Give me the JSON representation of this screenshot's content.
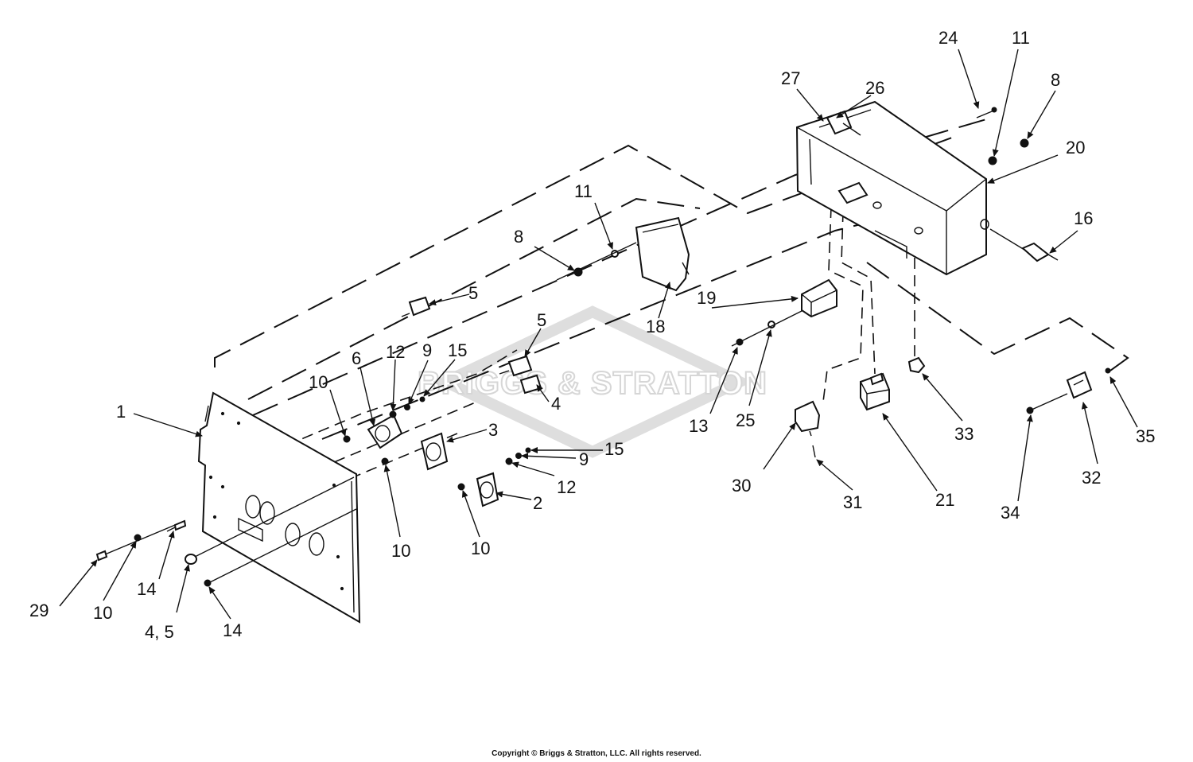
{
  "watermark": "BRIGGS & STRATTON",
  "copyright": "Copyright © Briggs & Stratton, LLC. All rights reserved.",
  "callouts": {
    "c1": "1",
    "c2": "2",
    "c3": "3",
    "c4a": "4",
    "c4_5": "4, 5",
    "c5a": "5",
    "c5b": "5",
    "c6": "6",
    "c8a": "8",
    "c8b": "8",
    "c9a": "9",
    "c9b": "9",
    "c10a": "10",
    "c10b": "10",
    "c10c": "10",
    "c10d": "10",
    "c11a": "11",
    "c11b": "11",
    "c12a": "12",
    "c12b": "12",
    "c13": "13",
    "c14a": "14",
    "c14b": "14",
    "c15a": "15",
    "c15b": "15",
    "c16": "16",
    "c18": "18",
    "c19": "19",
    "c20": "20",
    "c21": "21",
    "c24": "24",
    "c25": "25",
    "c26": "26",
    "c27": "27",
    "c29": "29",
    "c30": "30",
    "c31": "31",
    "c32": "32",
    "c33": "33",
    "c34": "34",
    "c35": "35"
  }
}
